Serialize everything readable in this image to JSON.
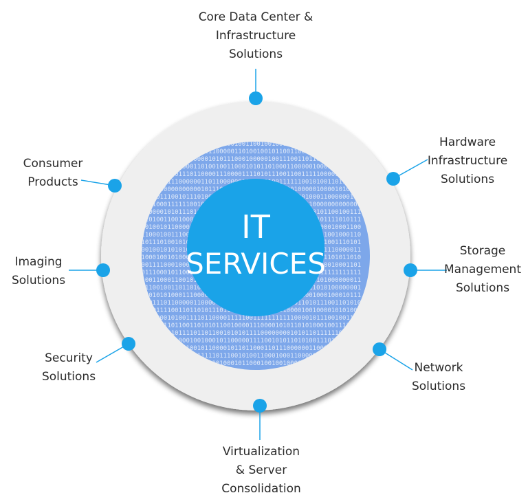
{
  "colors": {
    "accent": "#1aa3e8",
    "ring": "#efefef",
    "inner": "#7da7ea",
    "center": "#1aa3e8",
    "text": "#2b2b2b"
  },
  "center": {
    "line1": "IT",
    "line2": "SERVICES"
  },
  "services": [
    {
      "id": "core-data-center",
      "lines": [
        "Core Data Center &",
        "Infrastructure",
        "Solutions"
      ]
    },
    {
      "id": "hardware-infrastructure",
      "lines": [
        "Hardware",
        "Infrastructure",
        "Solutions"
      ]
    },
    {
      "id": "storage-management",
      "lines": [
        "Storage",
        "Management",
        "Solutions"
      ]
    },
    {
      "id": "network",
      "lines": [
        "Network",
        "Solutions"
      ]
    },
    {
      "id": "virtualization",
      "lines": [
        "Virtualization",
        "& Server",
        "Consolidation"
      ]
    },
    {
      "id": "security",
      "lines": [
        "Security",
        "Solutions"
      ]
    },
    {
      "id": "imaging",
      "lines": [
        "Imaging",
        "Solutions"
      ]
    },
    {
      "id": "consumer-products",
      "lines": [
        "Consumer",
        "Products"
      ]
    }
  ]
}
